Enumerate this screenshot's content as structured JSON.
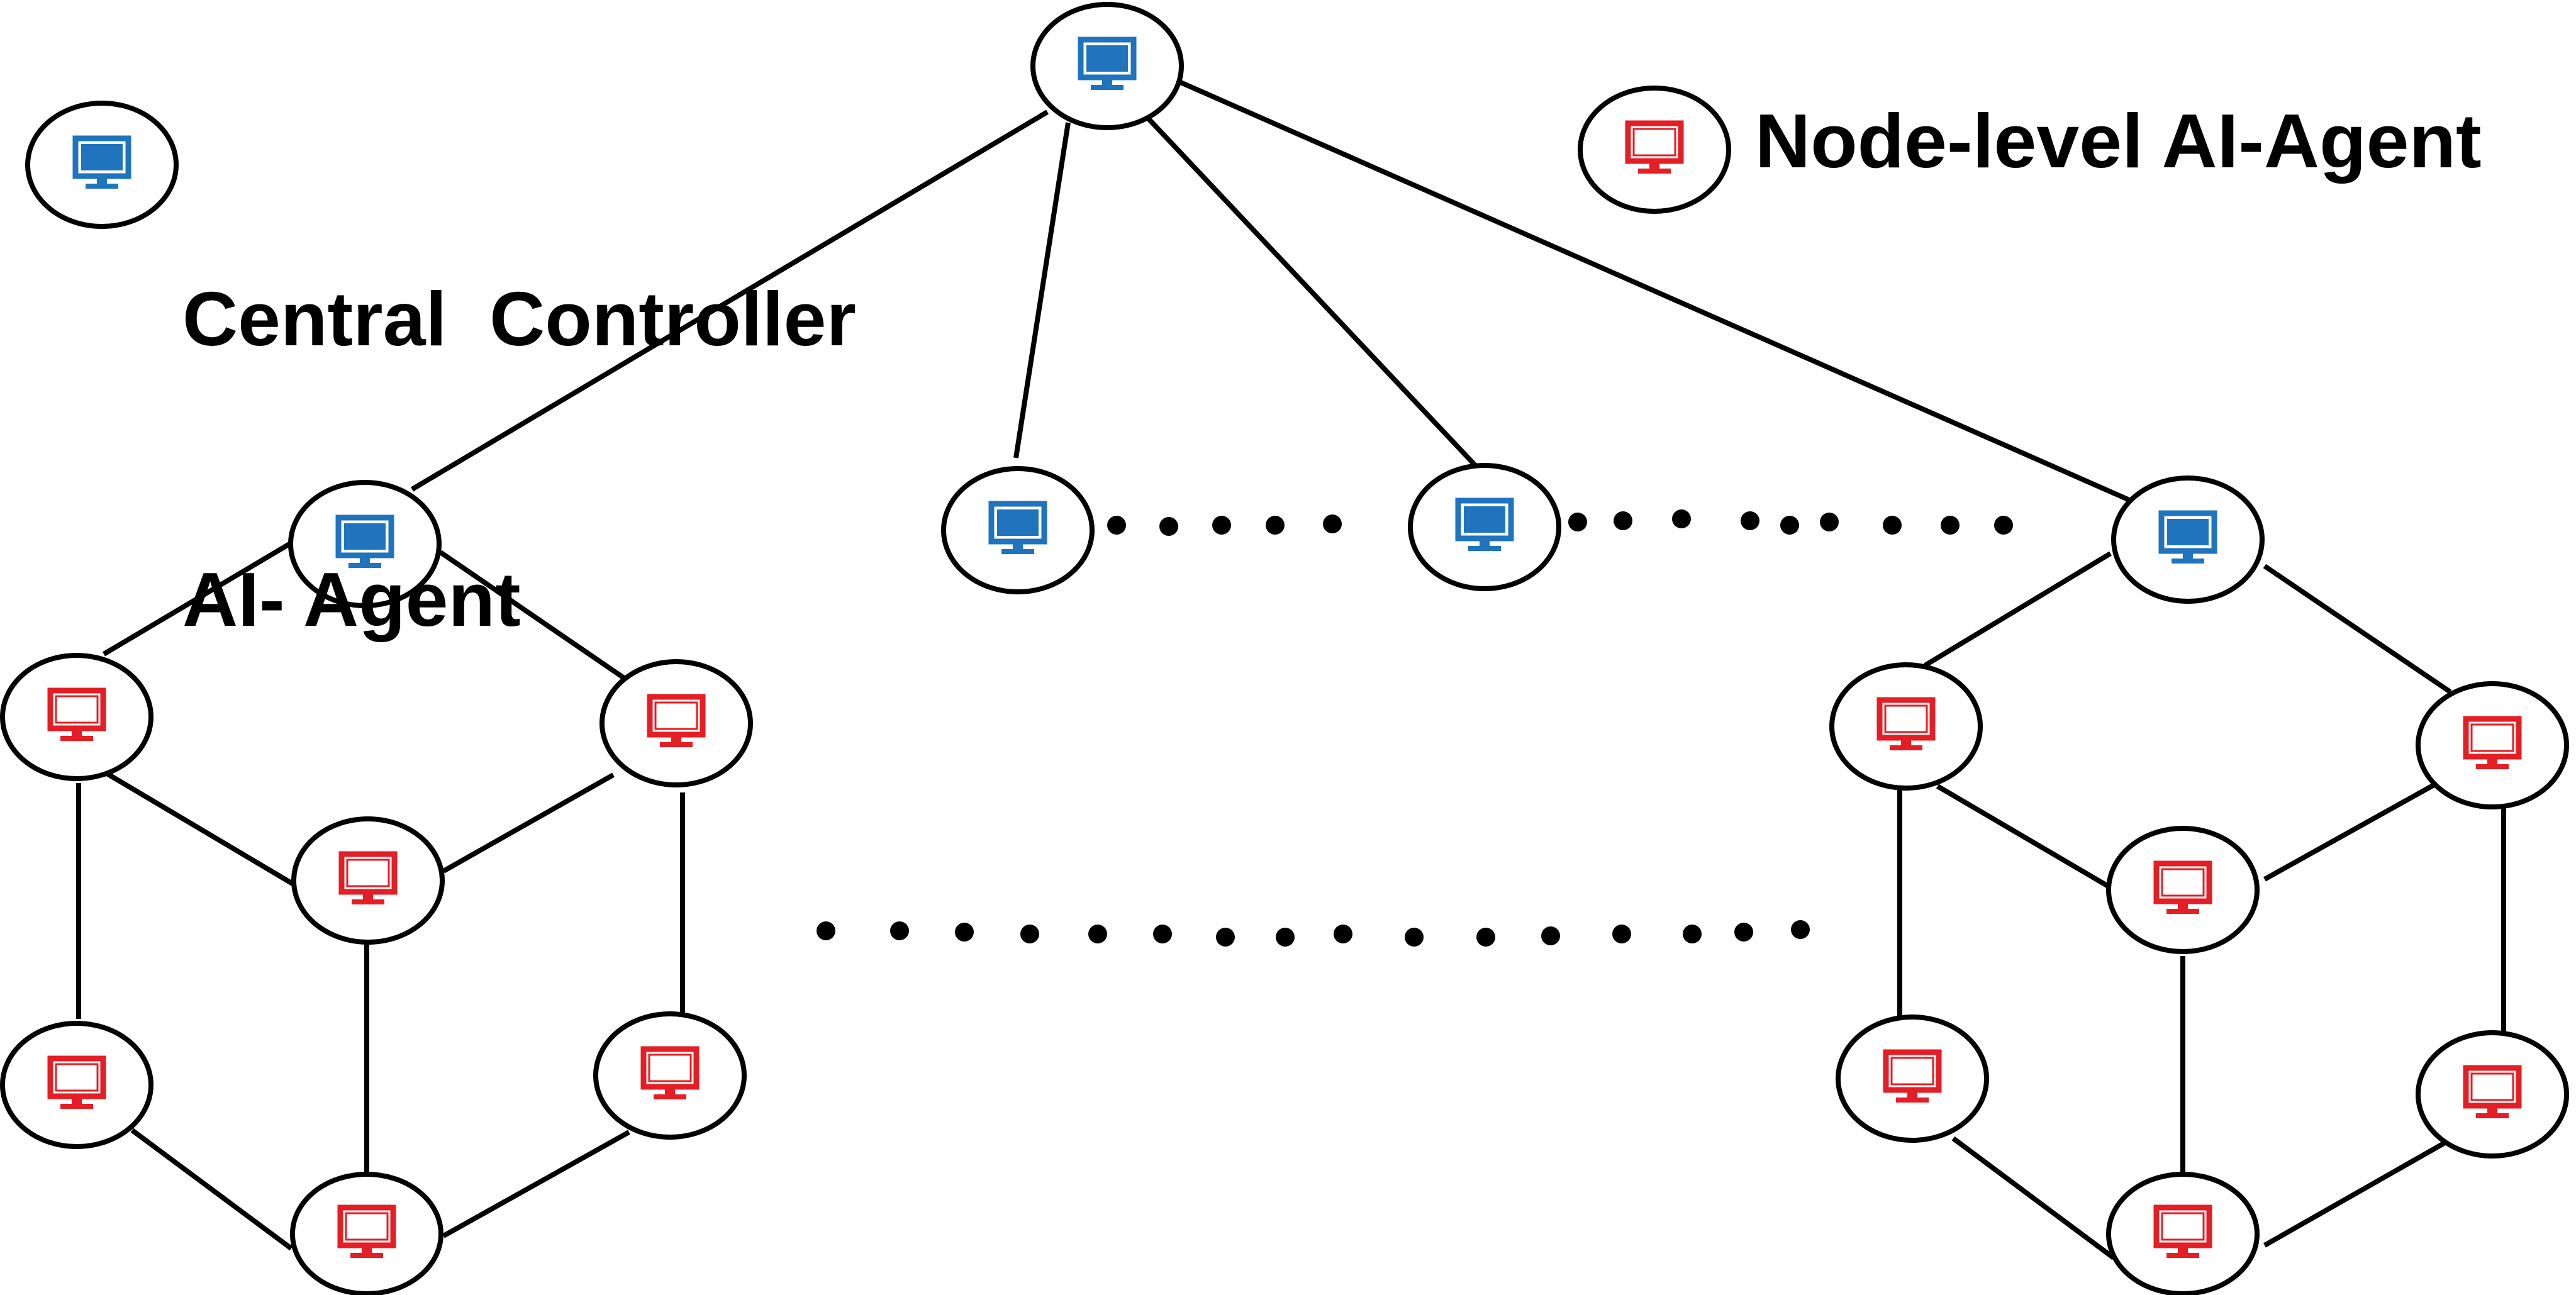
{
  "legend": {
    "central": {
      "line1": "Central  Controller",
      "line2": "AI- Agent",
      "icon": "monitor-icon",
      "color": "#1f74bd"
    },
    "node": {
      "label": "Node-level AI-Agent",
      "icon": "monitor-icon",
      "color": "#e31e24"
    }
  },
  "colors": {
    "central_agent": "#1f74bd",
    "node_agent": "#e31e24",
    "edge": "#000000",
    "node_outline": "#000000"
  }
}
